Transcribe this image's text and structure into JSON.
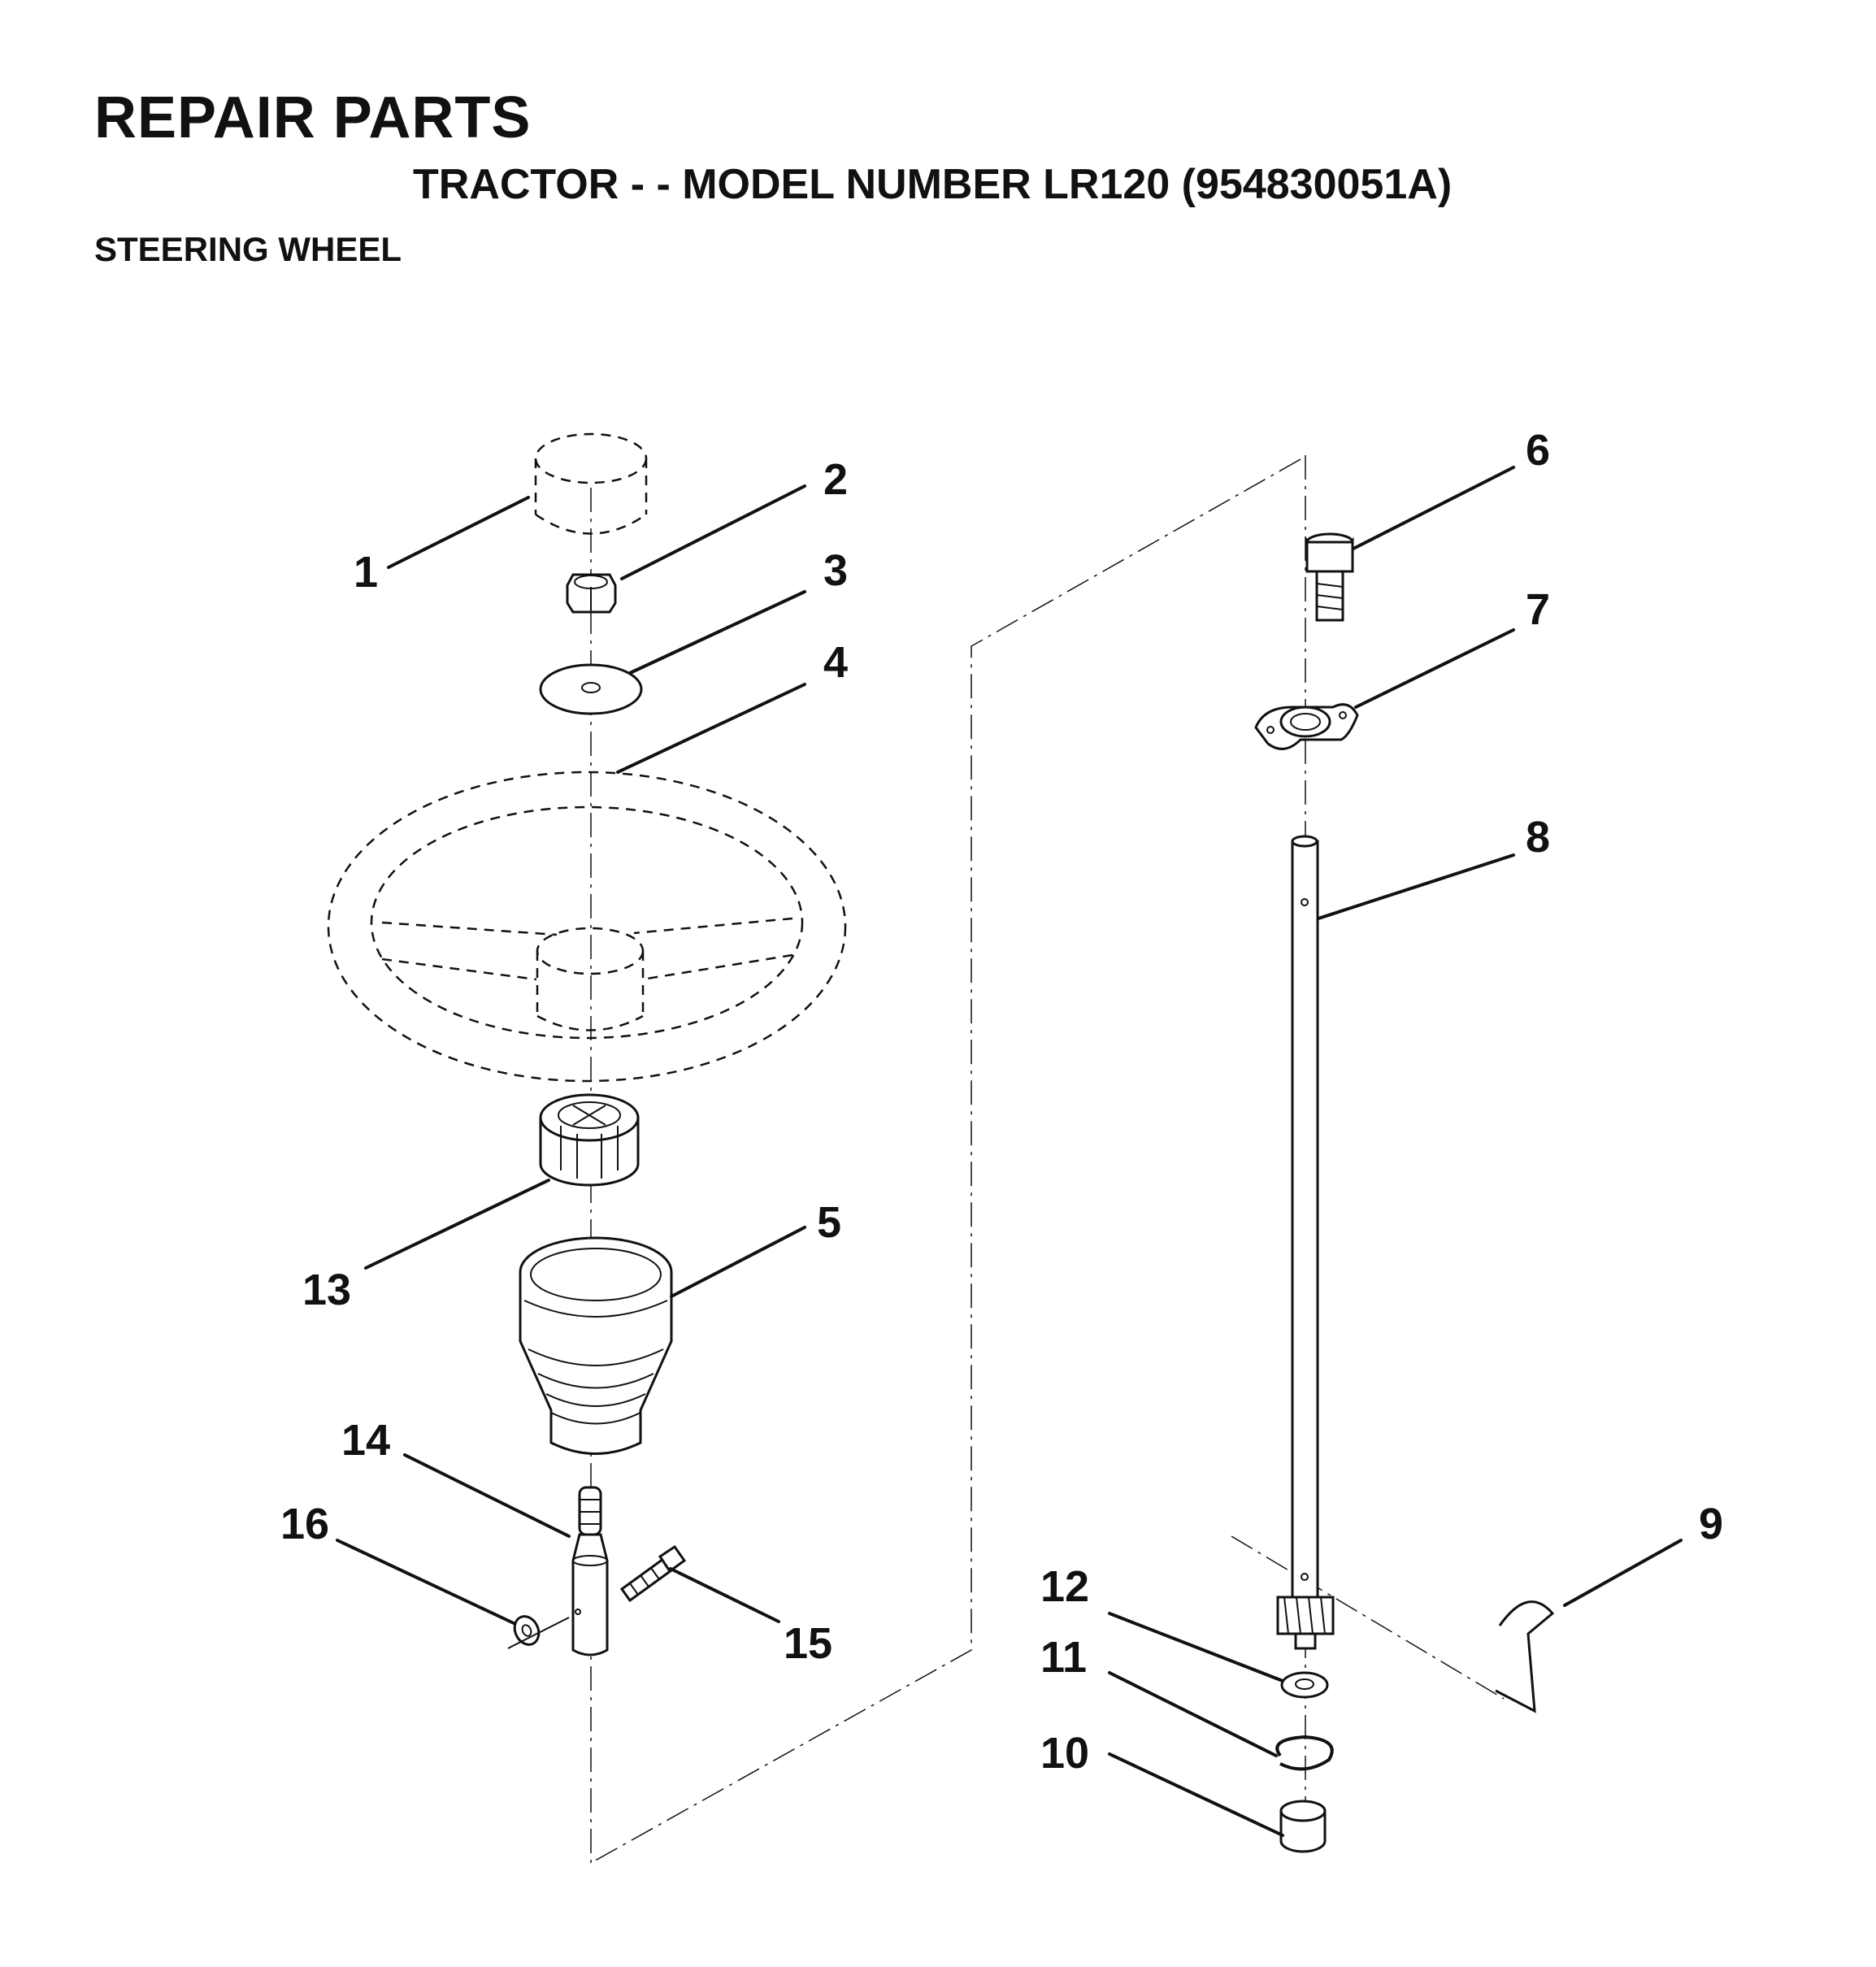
{
  "header": {
    "title": "REPAIR PARTS",
    "subtitle": "TRACTOR - - MODEL NUMBER LR120 (954830051A)",
    "section": "STEERING WHEEL"
  },
  "callouts": [
    "1",
    "2",
    "3",
    "4",
    "5",
    "6",
    "7",
    "8",
    "9",
    "10",
    "11",
    "12",
    "13",
    "14",
    "15",
    "16"
  ]
}
